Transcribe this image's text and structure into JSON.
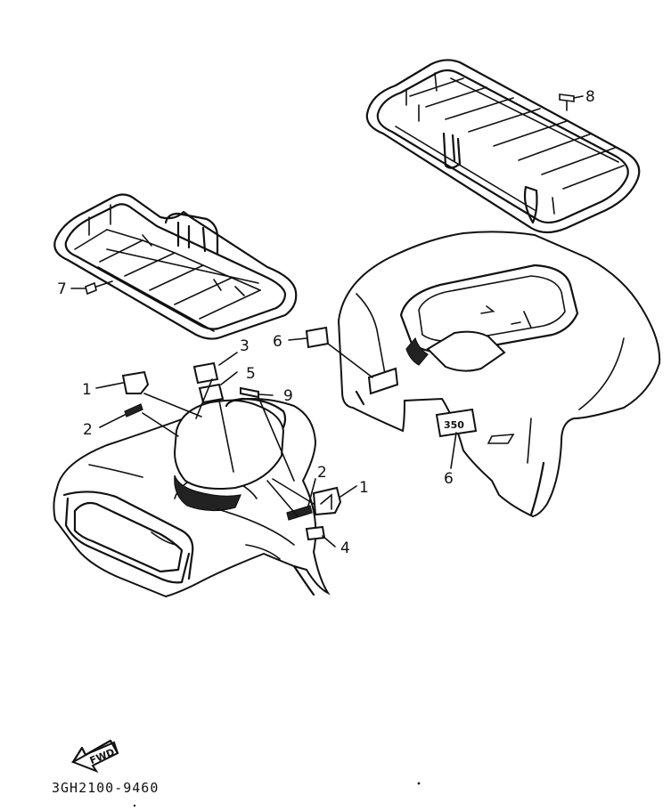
{
  "callouts": [
    {
      "num": "1"
    },
    {
      "num": "2"
    },
    {
      "num": "3"
    },
    {
      "num": "5"
    },
    {
      "num": "9"
    },
    {
      "num": "2"
    },
    {
      "num": "1"
    },
    {
      "num": "4"
    },
    {
      "num": "6"
    },
    {
      "num": "6"
    },
    {
      "num": "7"
    },
    {
      "num": "8"
    }
  ],
  "decal_350_text": "350",
  "forward_marker": {
    "text": "FWD",
    "icon": "forward-arrow-icon"
  },
  "drawing_code": "3GH2100-9460"
}
